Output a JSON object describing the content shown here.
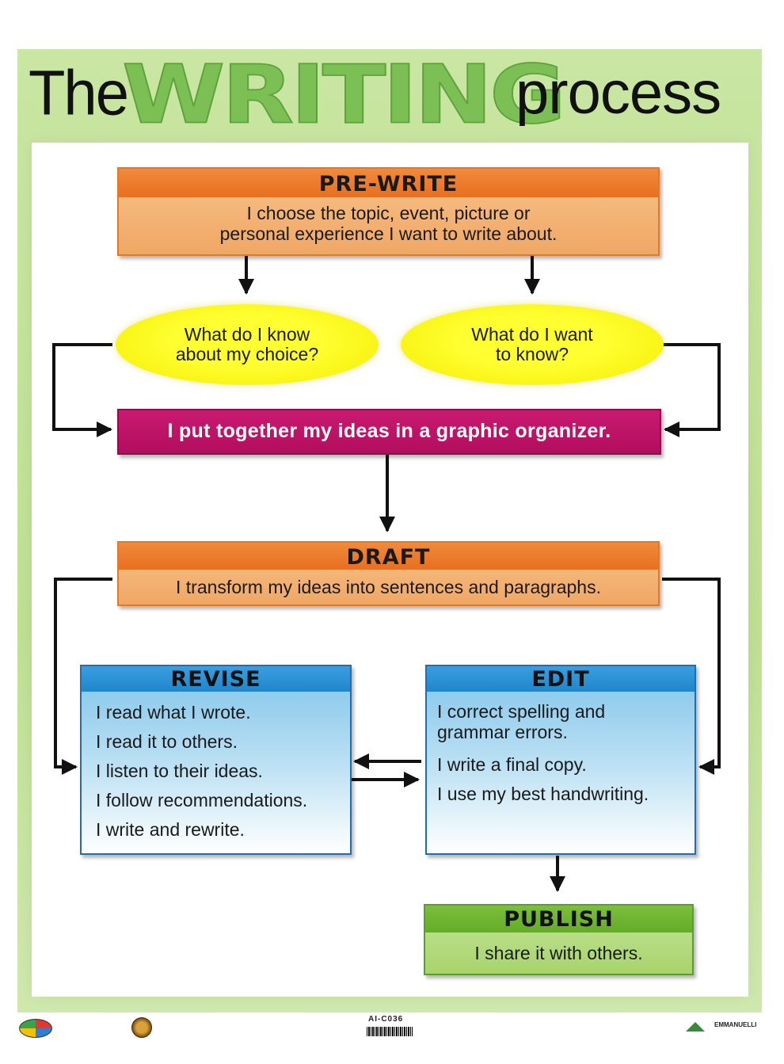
{
  "title": {
    "the": "The",
    "writing": "WRITING",
    "process": "process"
  },
  "prewrite": {
    "header": "PRE-WRITE",
    "line1": "I choose the topic, event, picture or",
    "line2": "personal experience I want to write about."
  },
  "questions": {
    "left": {
      "line1": "What do I know",
      "line2": "about my choice?"
    },
    "right": {
      "line1": "What do I want",
      "line2": "to know?"
    }
  },
  "organizer": {
    "text": "I put together my ideas in a graphic organizer."
  },
  "draft": {
    "header": "DRAFT",
    "body": "I transform my ideas into sentences and paragraphs."
  },
  "revise": {
    "header": "REVISE",
    "items": [
      "I read what I wrote.",
      "I read it to others.",
      "I listen to their ideas.",
      "I follow recommendations.",
      "I write and rewrite."
    ]
  },
  "edit": {
    "header": "EDIT",
    "items": [
      "I correct spelling and",
      "grammar errors.",
      "I write a final copy.",
      "I use my best handwriting."
    ]
  },
  "publish": {
    "header": "PUBLISH",
    "body": "I share it with others."
  },
  "footer": {
    "code": "AI-C036",
    "publisher": "EMMANUELLI"
  },
  "colors": {
    "frame_green": "#bfe093",
    "title_green": "#7cbf55",
    "orange": "#f0a765",
    "magenta": "#b20e5e",
    "yellow": "#fffe30",
    "blue": "#1f86cc",
    "green": "#64ac27"
  }
}
